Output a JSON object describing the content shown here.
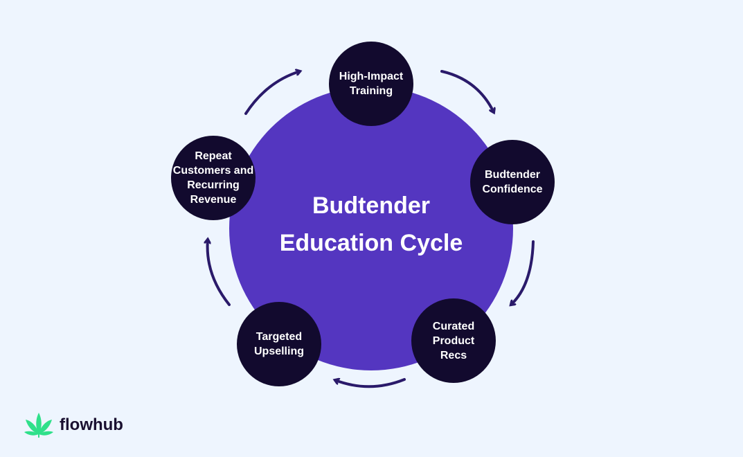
{
  "title": "Budtender Education Cycle",
  "steps": [
    "High-Impact Training",
    "Budtender Confidence",
    "Curated Product Recs",
    "Targeted Upselling",
    "Repeat Customers and Recurring Revenue"
  ],
  "brand": {
    "name": "flowhub",
    "color": "#2fe08a"
  },
  "colors": {
    "background": "#eef5fe",
    "center": "#5436c0",
    "node": "#120a2e",
    "arrow": "#2a1a6a"
  }
}
